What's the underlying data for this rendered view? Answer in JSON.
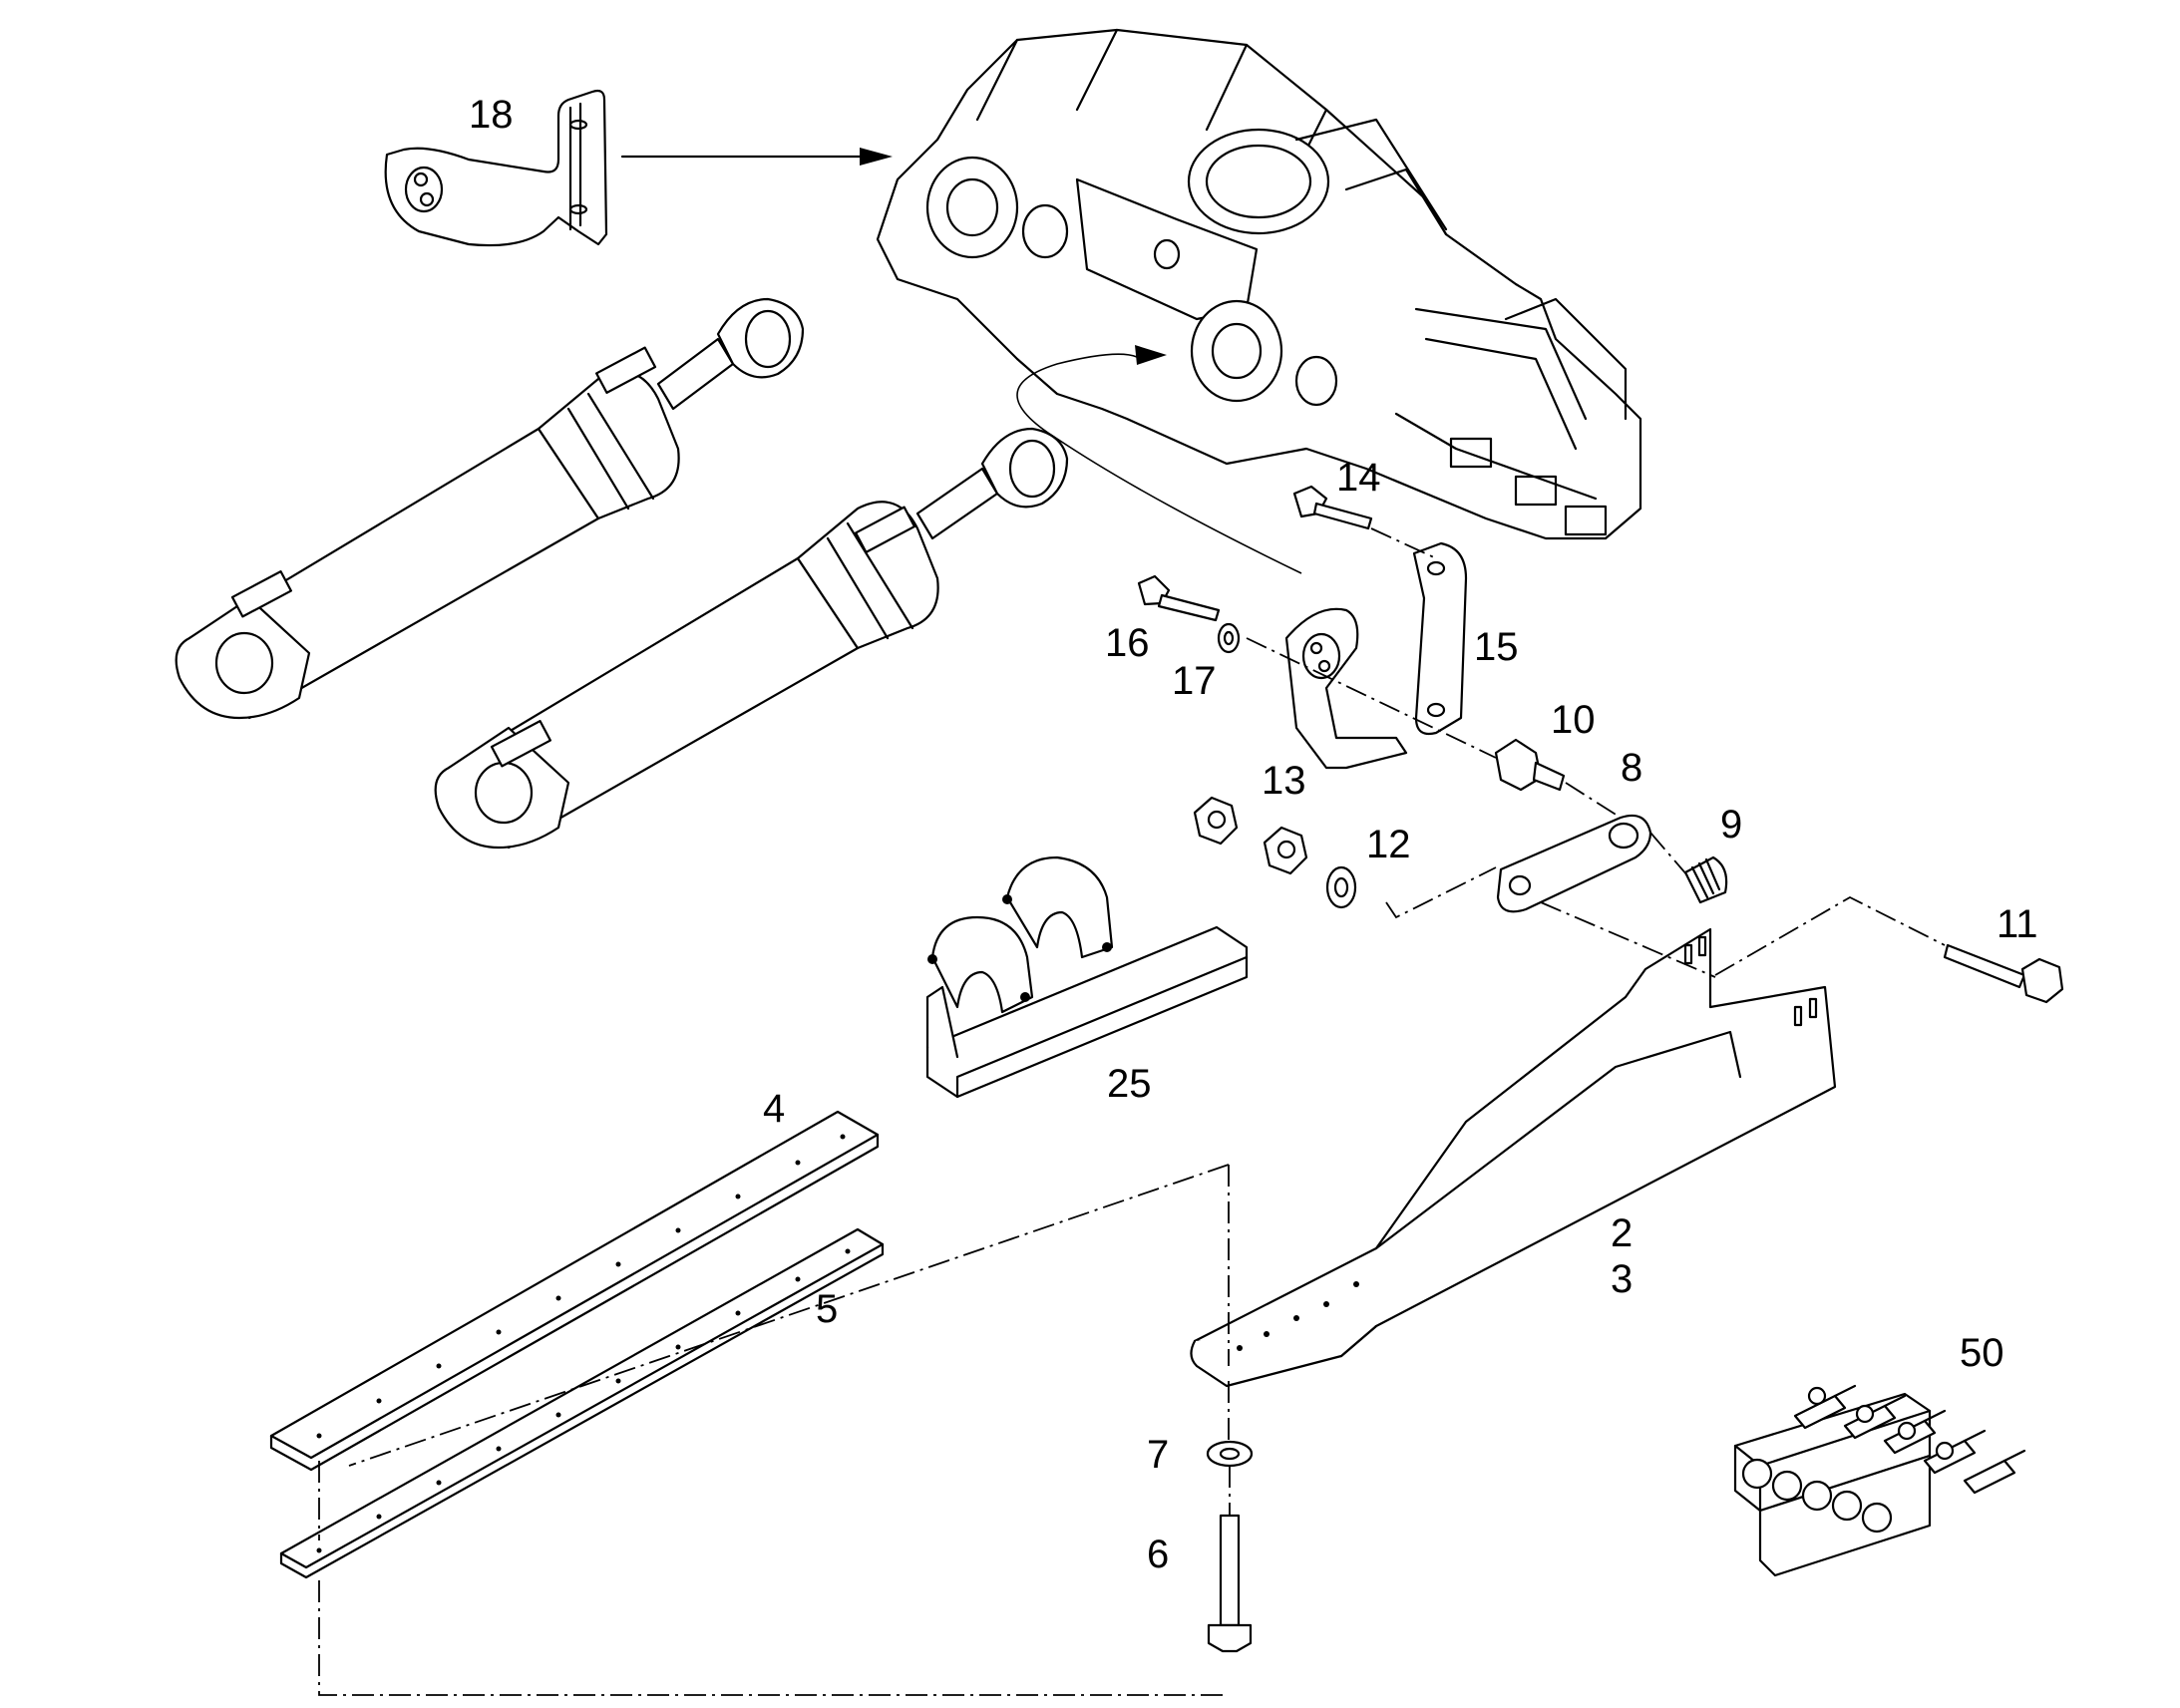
{
  "callouts": {
    "c18": "18",
    "c14": "14",
    "c16": "16",
    "c17": "17",
    "c15": "15",
    "c10": "10",
    "c8": "8",
    "c13": "13",
    "c12": "12",
    "c9": "9",
    "c11": "11",
    "c25": "25",
    "c4": "4",
    "c5": "5",
    "c2": "2",
    "c3": "3",
    "c7": "7",
    "c6": "6",
    "c50": "50"
  },
  "colors": {
    "line": "#000000",
    "background": "#ffffff"
  }
}
